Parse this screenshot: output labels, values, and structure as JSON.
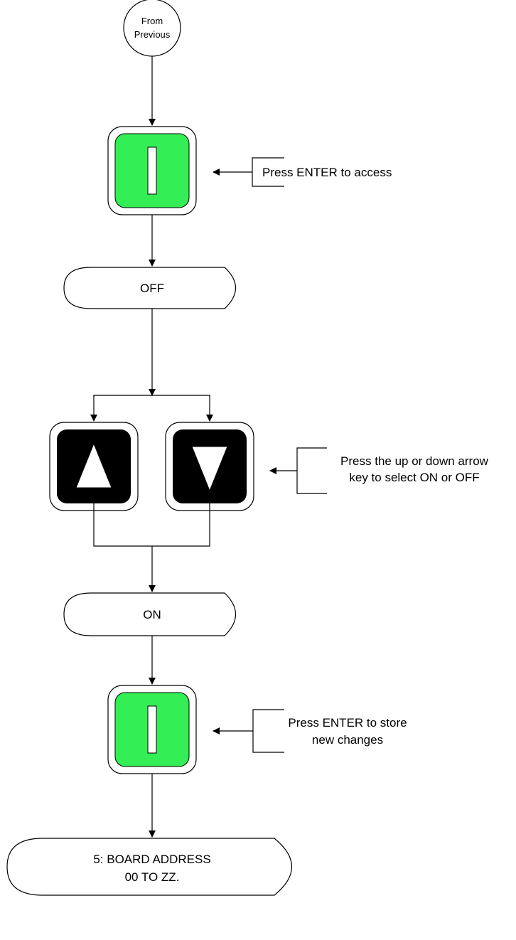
{
  "start_node": {
    "line1": "From",
    "line2": "Previous"
  },
  "steps": {
    "enter_access": {
      "key": "ENTER",
      "note": "Press ENTER to access"
    },
    "display_off": {
      "text": "OFF"
    },
    "arrow_select": {
      "keys": [
        "up",
        "down"
      ],
      "note_line1": "Press the up or down arrow",
      "note_line2": "key to select ON or OFF"
    },
    "display_on": {
      "text": "ON"
    },
    "enter_store": {
      "key": "ENTER",
      "note_line1": "Press ENTER to store",
      "note_line2": "new changes"
    },
    "next_menu": {
      "line1": "5: BOARD ADDRESS",
      "line2": "00 TO ZZ."
    }
  },
  "colors": {
    "enter_key": "#33ee55",
    "arrow_key": "#000000",
    "key_glyph": "#ffffff",
    "line": "#000000"
  }
}
